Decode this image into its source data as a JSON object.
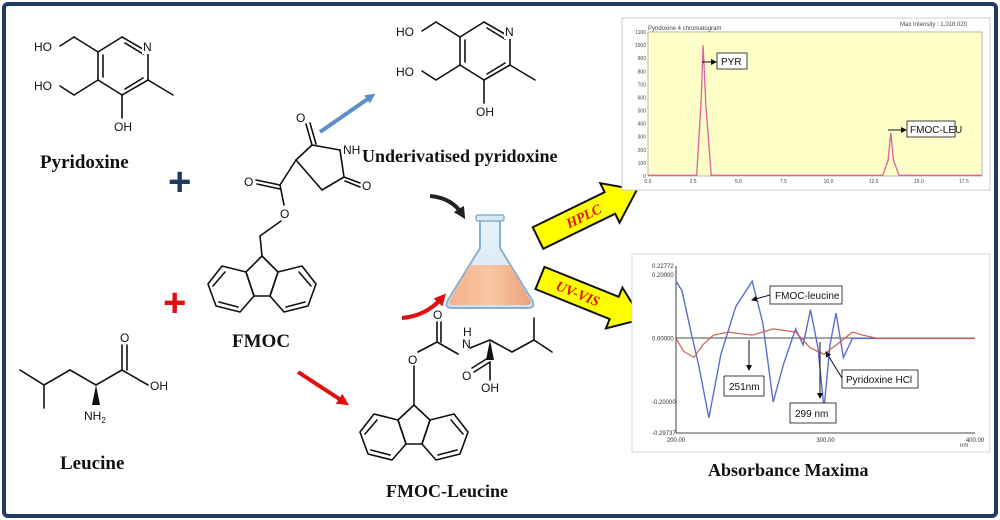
{
  "molecules": {
    "pyridoxine": "Pyridoxine",
    "leucine": "Leucine",
    "fmoc": "FMOC",
    "underivatised": "Underivatised pyridoxine",
    "fmoc_leucine": "FMOC-Leucine"
  },
  "atoms": {
    "ho": "HO",
    "oh": "OH",
    "n": "N",
    "o": "O",
    "nh": "NH",
    "nh2": "NH",
    "nh2_sub": "2",
    "h": "H"
  },
  "arrows": {
    "hplc": "HPLC",
    "uvvis": "UV-VIS"
  },
  "hplc_panel": {
    "peak_labels": [
      "PYR",
      "FMOC-LEU"
    ],
    "header_left": "Pyridoxine 4 chromatogram",
    "header_right": "Max Intensity : 1,018,020",
    "y_ticks": [
      "1100",
      "1000",
      "900",
      "800",
      "700",
      "600",
      "500",
      "400",
      "300",
      "200",
      "100",
      "0"
    ],
    "x_ticks": [
      "0.0",
      "2.5",
      "5.0",
      "7.5",
      "10.0",
      "12.5",
      "15.0",
      "17.5"
    ]
  },
  "uv_panel": {
    "title": "Absorbance Maxima",
    "annotations": [
      "FMOC-leucine",
      "251nm",
      "299 nm",
      "Pyridoxine HCl"
    ],
    "y_ticks": [
      "0.22772",
      "0.20000",
      "0.00000",
      "-0.20000",
      "-0.29737"
    ],
    "x_ticks": [
      "200.00",
      "300.00",
      "400.00"
    ],
    "x_unit": "nm"
  },
  "colors": {
    "frame": "#1f3a63",
    "pyridoxine_text": "#1f3a63",
    "leucine_text": "#e01010",
    "blue_arrow": "#5b8fc9",
    "red_arrow": "#e01010",
    "yellow_arrow": "#ffff00",
    "hplc_bg": "#ffffc8"
  },
  "chart_data": [
    {
      "type": "line",
      "title": "",
      "xlabel": "",
      "ylabel": "",
      "xlim": [
        0,
        18.5
      ],
      "ylim": [
        0,
        1100
      ],
      "series": [
        {
          "name": "",
          "x": [
            0,
            2.7,
            2.95,
            3.05,
            3.2,
            3.5,
            13.0,
            13.3,
            13.45,
            13.6,
            13.9,
            18.5
          ],
          "values": [
            5,
            5,
            600,
            1000,
            550,
            5,
            5,
            120,
            330,
            120,
            5,
            5
          ]
        }
      ],
      "annotations": [
        "PYR",
        "FMOC-LEU"
      ]
    },
    {
      "type": "line",
      "title": "Absorbance Maxima",
      "xlabel": "nm",
      "ylabel": "",
      "xlim": [
        200,
        400
      ],
      "ylim": [
        -0.29737,
        0.22772
      ],
      "series": [
        {
          "name": "FMOC-leucine",
          "x": [
            200,
            204,
            210,
            215,
            222,
            230,
            240,
            251,
            258,
            265,
            272,
            280,
            285,
            290,
            295,
            299,
            303,
            307,
            312,
            318,
            325,
            400
          ],
          "values": [
            0.18,
            0.15,
            0.02,
            -0.08,
            -0.25,
            -0.05,
            0.1,
            0.18,
            0.05,
            -0.2,
            -0.08,
            0.03,
            -0.02,
            0.09,
            -0.03,
            -0.22,
            -0.02,
            0.08,
            -0.06,
            0.0,
            0.0,
            0.0
          ]
        },
        {
          "name": "Pyridoxine HCl",
          "x": [
            200,
            205,
            212,
            218,
            225,
            235,
            251,
            265,
            280,
            290,
            299,
            310,
            318,
            325,
            335,
            350,
            400
          ],
          "values": [
            0.0,
            -0.04,
            -0.06,
            -0.02,
            0.01,
            0.02,
            0.01,
            0.03,
            0.02,
            -0.03,
            -0.05,
            -0.01,
            0.02,
            0.01,
            0.0,
            0.0,
            0.0
          ]
        }
      ],
      "annotations": [
        "FMOC-leucine",
        "251nm",
        "299 nm",
        "Pyridoxine HCl"
      ]
    }
  ]
}
